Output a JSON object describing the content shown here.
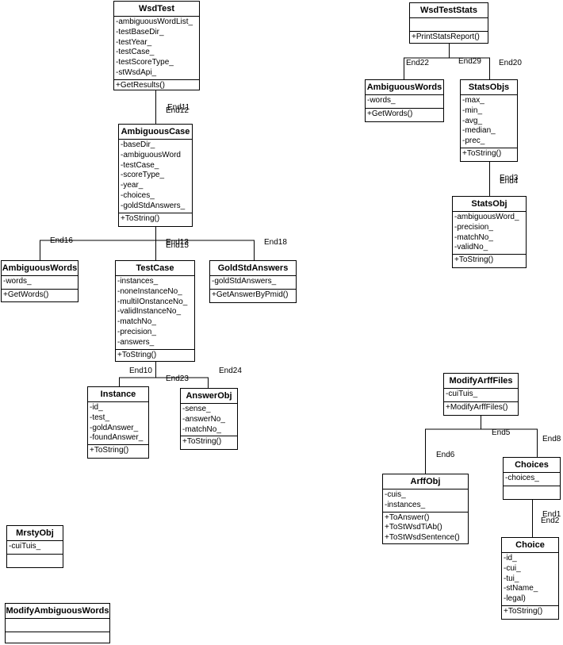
{
  "classes": {
    "wsdtest": {
      "name": "WsdTest",
      "attributes": [
        "-ambiguousWordList_",
        "-testBaseDir_",
        "-testYear_",
        "-testCase_",
        "-testScoreType_",
        "-stWsdApi_"
      ],
      "methods": [
        "+GetResults()"
      ]
    },
    "wsdteststats": {
      "name": "WsdTestStats",
      "attributes": [],
      "methods": [
        "+PrintStatsReport()"
      ]
    },
    "ambiguouswords_a": {
      "name": "AmbiguousWords",
      "attributes": [
        "-words_"
      ],
      "methods": [
        "+GetWords()"
      ]
    },
    "statsobjs": {
      "name": "StatsObjs",
      "attributes": [
        "-max_",
        "-min_",
        "-avg_",
        "-median_",
        "-prec_"
      ],
      "methods": [
        "+ToString()"
      ]
    },
    "statsobj": {
      "name": "StatsObj",
      "attributes": [
        "-ambiguousWord_",
        "-precision_",
        "-matchNo_",
        "-validNo_"
      ],
      "methods": [
        "+ToString()"
      ]
    },
    "ambiguouscase": {
      "name": "AmbiguousCase",
      "attributes": [
        "-baseDir_",
        "-ambiguousWord",
        "-testCase_",
        "-scoreType_",
        "-year_",
        "-choices_",
        "-goldStdAnswers_"
      ],
      "methods": [
        "+ToString()"
      ]
    },
    "ambiguouswords_b": {
      "name": "AmbiguousWords",
      "attributes": [
        "-words_"
      ],
      "methods": [
        "+GetWords()"
      ]
    },
    "testcase": {
      "name": "TestCase",
      "attributes": [
        "-instances_",
        "-noneInstanceNo_",
        "-multiIOnstanceNo_",
        "-validInstanceNo_",
        "-matchNo_",
        "-precision_",
        "-answers_"
      ],
      "methods": [
        "+ToString()"
      ]
    },
    "goldstdanswers": {
      "name": "GoldStdAnswers",
      "attributes": [
        "-goldStdAnswers_"
      ],
      "methods": [
        "+GetAnswerByPmid()"
      ]
    },
    "instance": {
      "name": "Instance",
      "attributes": [
        "-id_",
        "-test_",
        "-goldAnswer_",
        "-foundAnswer_"
      ],
      "methods": [
        "+ToString()"
      ]
    },
    "answerobj": {
      "name": "AnswerObj",
      "attributes": [
        "-sense_",
        "-answerNo_",
        "-matchNo_"
      ],
      "methods": [
        "+ToString()"
      ]
    },
    "modifyarfffiles": {
      "name": "ModifyArffFiles",
      "attributes": [
        "-cuiTuis_"
      ],
      "methods": [
        "+ModifyArffFiles()"
      ]
    },
    "arffobj": {
      "name": "ArffObj",
      "attributes": [
        "-cuis_",
        "-instances_"
      ],
      "methods": [
        "+ToAnswer()",
        "+ToStWsdTiAb()",
        "+ToStWsdSentence()"
      ]
    },
    "choices": {
      "name": "Choices",
      "attributes": [
        "-choices_"
      ],
      "methods": []
    },
    "choice": {
      "name": "Choice",
      "attributes": [
        "-id_",
        "-cui_",
        "-tui_",
        "-stName_",
        "-legal)"
      ],
      "methods": [
        "+ToString()"
      ]
    },
    "mrstyobj": {
      "name": "MrstyObj",
      "attributes": [
        "-cuiTuis_"
      ],
      "methods": []
    },
    "modifyambiguouswords": {
      "name": "ModifyAmbiguousWords",
      "attributes": [],
      "methods": []
    }
  },
  "end_labels": {
    "e11": "End11",
    "e12": "End12",
    "e22": "End22",
    "e29": "End29",
    "e20": "End20",
    "e3": "End3",
    "e4": "End4",
    "e16": "End16",
    "e13": "End13",
    "e15": "End15",
    "e18": "End18",
    "e10": "End10",
    "e23": "End23",
    "e24": "End24",
    "e5": "End5",
    "e6": "End6",
    "e8": "End8",
    "e1": "End1",
    "e2": "End2"
  }
}
